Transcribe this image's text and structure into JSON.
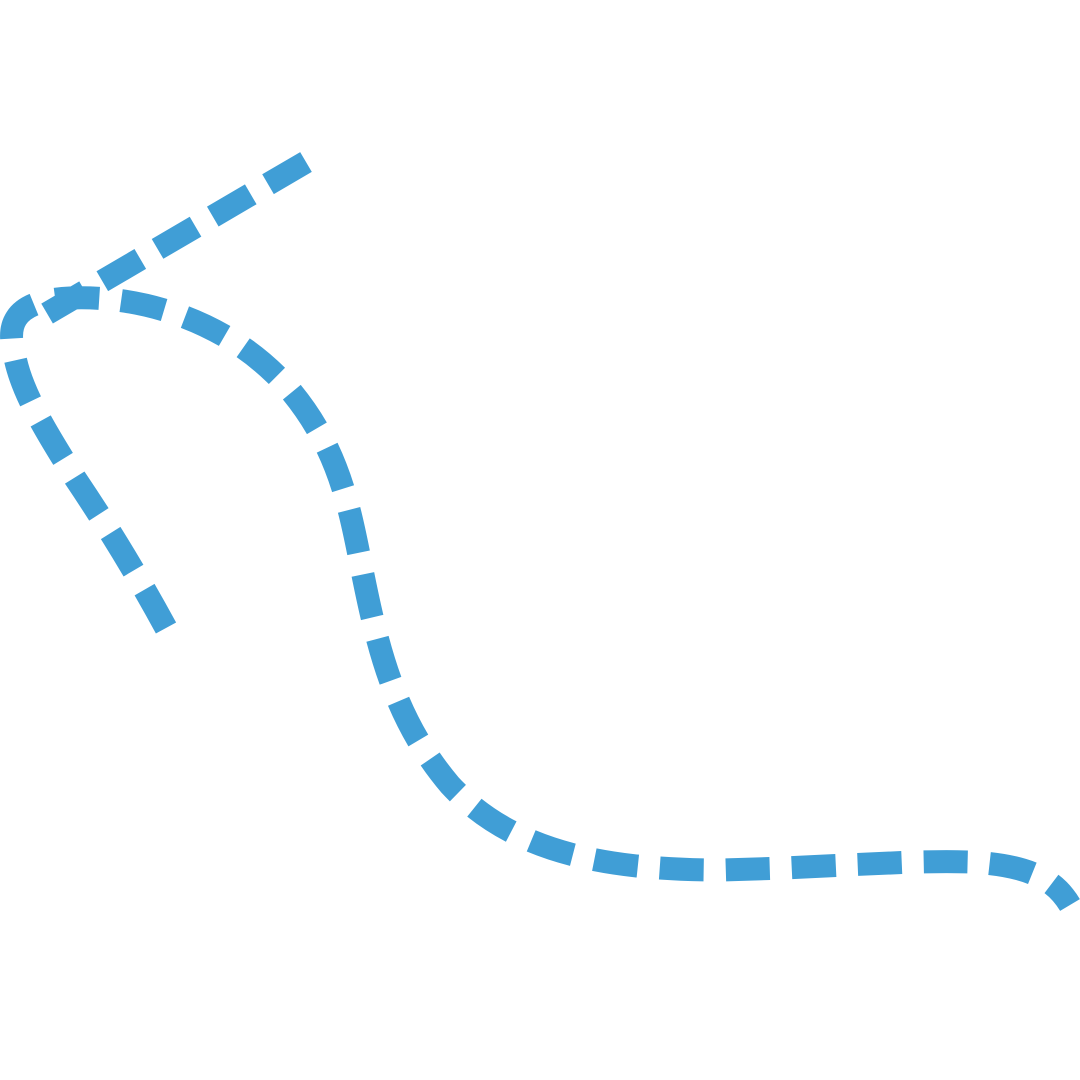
{
  "colors": {
    "background": "#ffffff",
    "stroke": "#409ED6"
  },
  "paths": [
    {
      "name": "straight-dashed-segment",
      "style": "dashed"
    },
    {
      "name": "curved-dashed-path",
      "style": "dashed"
    }
  ]
}
